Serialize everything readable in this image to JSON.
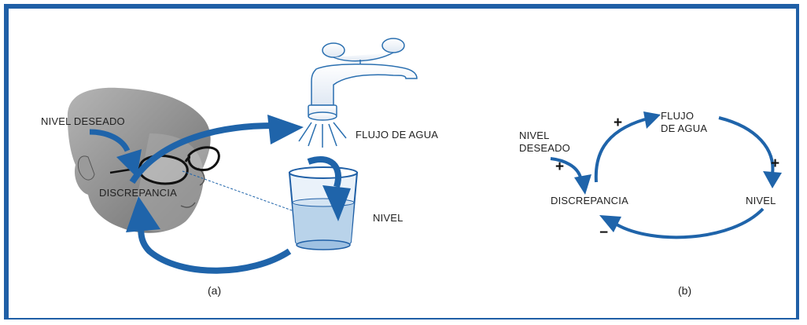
{
  "colors": {
    "border": "#1f5fa6",
    "arrow": "#1f64aa",
    "glass": "#b9d3ea",
    "skin": "#8c8c8c"
  },
  "icons": [
    "face-illustration",
    "faucet-illustration",
    "glass-illustration",
    "glasses-icon"
  ],
  "panel_a": {
    "caption": "(a)",
    "labels": {
      "nivel_deseado": "NIVEL DESEADO",
      "flujo_de_agua": "FLUJO DE AGUA",
      "discrepancia": "DISCREPANCIA",
      "nivel": "NIVEL"
    }
  },
  "panel_b": {
    "caption": "(b)",
    "labels": {
      "nivel_deseado": [
        "NIVEL",
        "DESEADO"
      ],
      "flujo_de_agua": [
        "FLUJO",
        "DE AGUA"
      ],
      "discrepancia": "DISCREPANCIA",
      "nivel": "NIVEL"
    },
    "signs": {
      "deseado_to_discrepancia": "+",
      "discrepancia_to_flujo": "+",
      "flujo_to_nivel": "+",
      "nivel_to_discrepancia": "−"
    }
  }
}
